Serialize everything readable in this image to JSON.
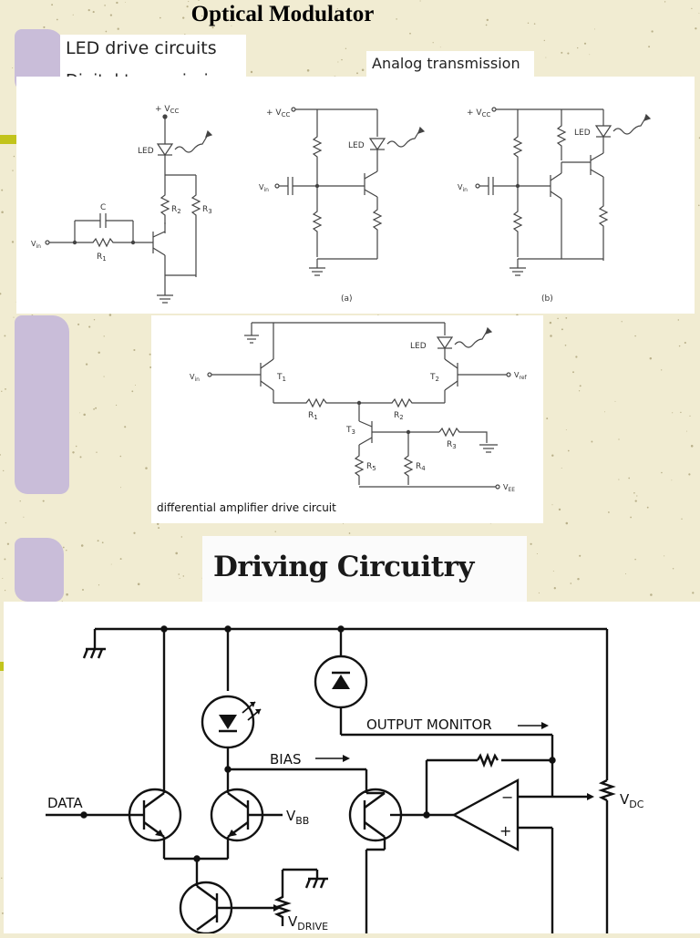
{
  "slide": {
    "title": "Optical Modulator",
    "labels": {
      "led_drive": "LED drive circuits",
      "digital": "Digital transmission",
      "analog": "Analog transmission",
      "diff_caption": "differential amplifier drive circuit",
      "driving": "Driving Circuitry"
    }
  },
  "circuit_text": {
    "vcc": "+ V",
    "vcc_sub": "CC",
    "led": "LED",
    "vin": "V",
    "vin_sub": "in",
    "c": "C",
    "r1": "R",
    "r1_sub": "1",
    "r2": "R",
    "r2_sub": "2",
    "r3": "R",
    "r3_sub": "3",
    "fig_a": "(a)",
    "fig_b": "(b)",
    "t1": "T",
    "t1_sub": "1",
    "t2": "T",
    "t2_sub": "2",
    "t3": "T",
    "t3_sub": "3",
    "vref": "V",
    "vref_sub": "ref",
    "r4": "R",
    "r4_sub": "4",
    "r5": "R",
    "r5_sub": "5",
    "vee": "V",
    "vee_sub": "EE",
    "output_monitor": "OUTPUT MONITOR",
    "bias": "BIAS",
    "data": "DATA",
    "vbb": "V",
    "vbb_sub": "BB",
    "vdc": "V",
    "vdc_sub": "DC",
    "vdrive": "V",
    "vdrive_sub": "DRIVE",
    "minus": "−",
    "plus": "+"
  }
}
